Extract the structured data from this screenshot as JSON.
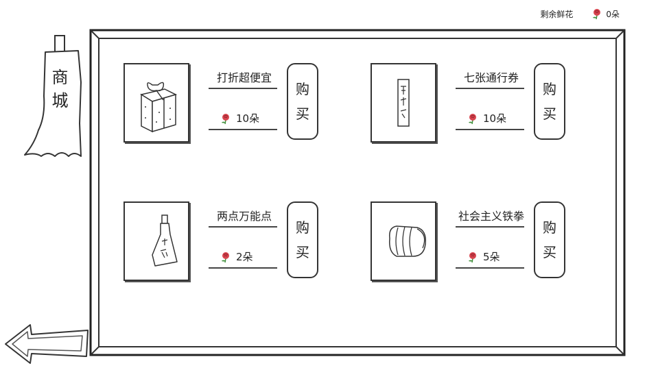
{
  "header": {
    "remaining_label": "剩余鲜花",
    "remaining_value": "0朵",
    "flower_icon": "rose-icon"
  },
  "sign": {
    "title": "商城"
  },
  "nav": {
    "back_icon": "back-arrow-icon"
  },
  "shop": {
    "items": [
      {
        "name": "打折超便宜",
        "price": "10朵",
        "buy_label_1": "购",
        "buy_label_2": "买",
        "icon": "gift-box-icon"
      },
      {
        "name": "七张通行券",
        "price": "10朵",
        "buy_label_1": "购",
        "buy_label_2": "买",
        "icon": "pass-ticket-icon"
      },
      {
        "name": "两点万能点",
        "price": "2朵",
        "buy_label_1": "购",
        "buy_label_2": "买",
        "icon": "potion-bottle-icon"
      },
      {
        "name": "社会主义铁拳",
        "price": "5朵",
        "buy_label_1": "购",
        "buy_label_2": "买",
        "icon": "iron-fist-icon"
      }
    ]
  },
  "colors": {
    "ink": "#222222",
    "rose": "#d8454f",
    "leaf": "#3f8f3a"
  }
}
